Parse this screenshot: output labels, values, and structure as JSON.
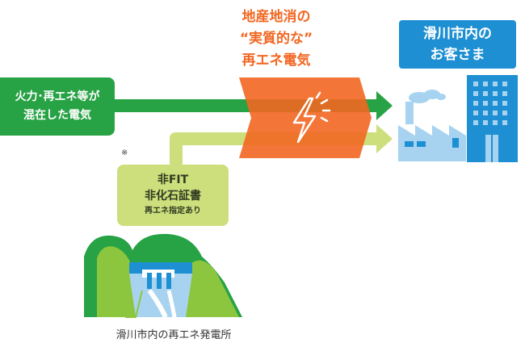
{
  "headline": {
    "line1": "地産地消の",
    "line2": "“実質的な”",
    "line3": "再エネ電気"
  },
  "source_box": {
    "line1": "火力･再エネ等が",
    "line2": "混在した電気"
  },
  "certificate_box": {
    "line1": "非FIT",
    "line2": "非化石証書",
    "sub": "再エネ指定あり"
  },
  "customer_box": {
    "line1": "滑川市内の",
    "line2": "お客さま"
  },
  "note_mark": "※",
  "plant_caption": "滑川市内の再エネ発電所",
  "icons": [
    "lightning-icon",
    "factory-icon",
    "office-building-icon",
    "dam-icon",
    "mountain-icon"
  ],
  "colors": {
    "green_arrow": "#27a244",
    "light_green_arrow": "#cddf7d",
    "orange_band": "#f26722",
    "customer_blue": "#1d8fd2",
    "light_blue": "#a8d3f0"
  }
}
